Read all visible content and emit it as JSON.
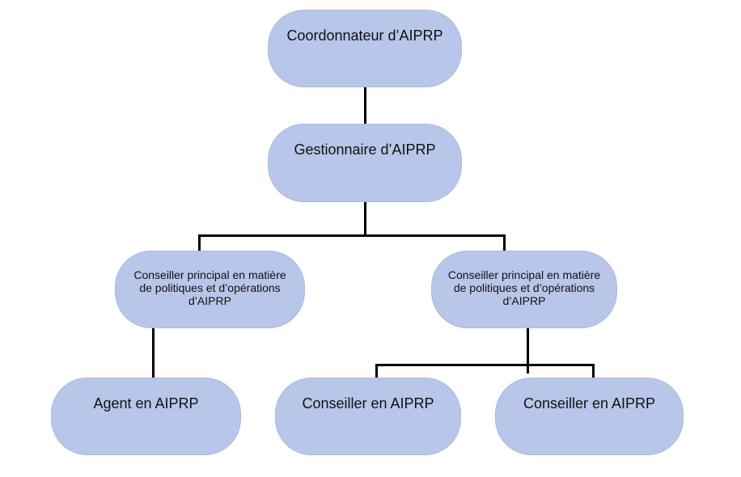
{
  "diagram": {
    "type": "org-chart",
    "background": "#ffffff",
    "colors": {
      "node_fill": "#b7c6e9",
      "node_border": "#aabbe0",
      "connector": "#000000",
      "text": "#111111"
    },
    "nodes": {
      "coordonnateur": {
        "label": "Coordonnateur d’AIPRP"
      },
      "gestionnaire": {
        "label": "Gestionnaire d’AIPRP"
      },
      "conseiller_principal_gauche": {
        "lines": [
          "Conseiller principal en matière",
          "de politiques et d’opérations",
          "d’AIPRP"
        ]
      },
      "conseiller_principal_droite": {
        "lines": [
          "Conseiller principal en matière",
          "de politiques et d’opérations",
          "d’AIPRP"
        ]
      },
      "agent": {
        "label": "Agent en AIPRP"
      },
      "conseiller_gauche": {
        "label": "Conseiller en AIPRP"
      },
      "conseiller_droite": {
        "label": "Conseiller en AIPRP"
      }
    },
    "edges": [
      {
        "from": "coordonnateur",
        "to": "gestionnaire"
      },
      {
        "from": "gestionnaire",
        "to": "conseiller_principal_gauche"
      },
      {
        "from": "gestionnaire",
        "to": "conseiller_principal_droite"
      },
      {
        "from": "conseiller_principal_gauche",
        "to": "agent"
      },
      {
        "from": "conseiller_principal_droite",
        "to": "conseiller_gauche"
      },
      {
        "from": "conseiller_principal_droite",
        "to": "conseiller_droite"
      }
    ]
  }
}
